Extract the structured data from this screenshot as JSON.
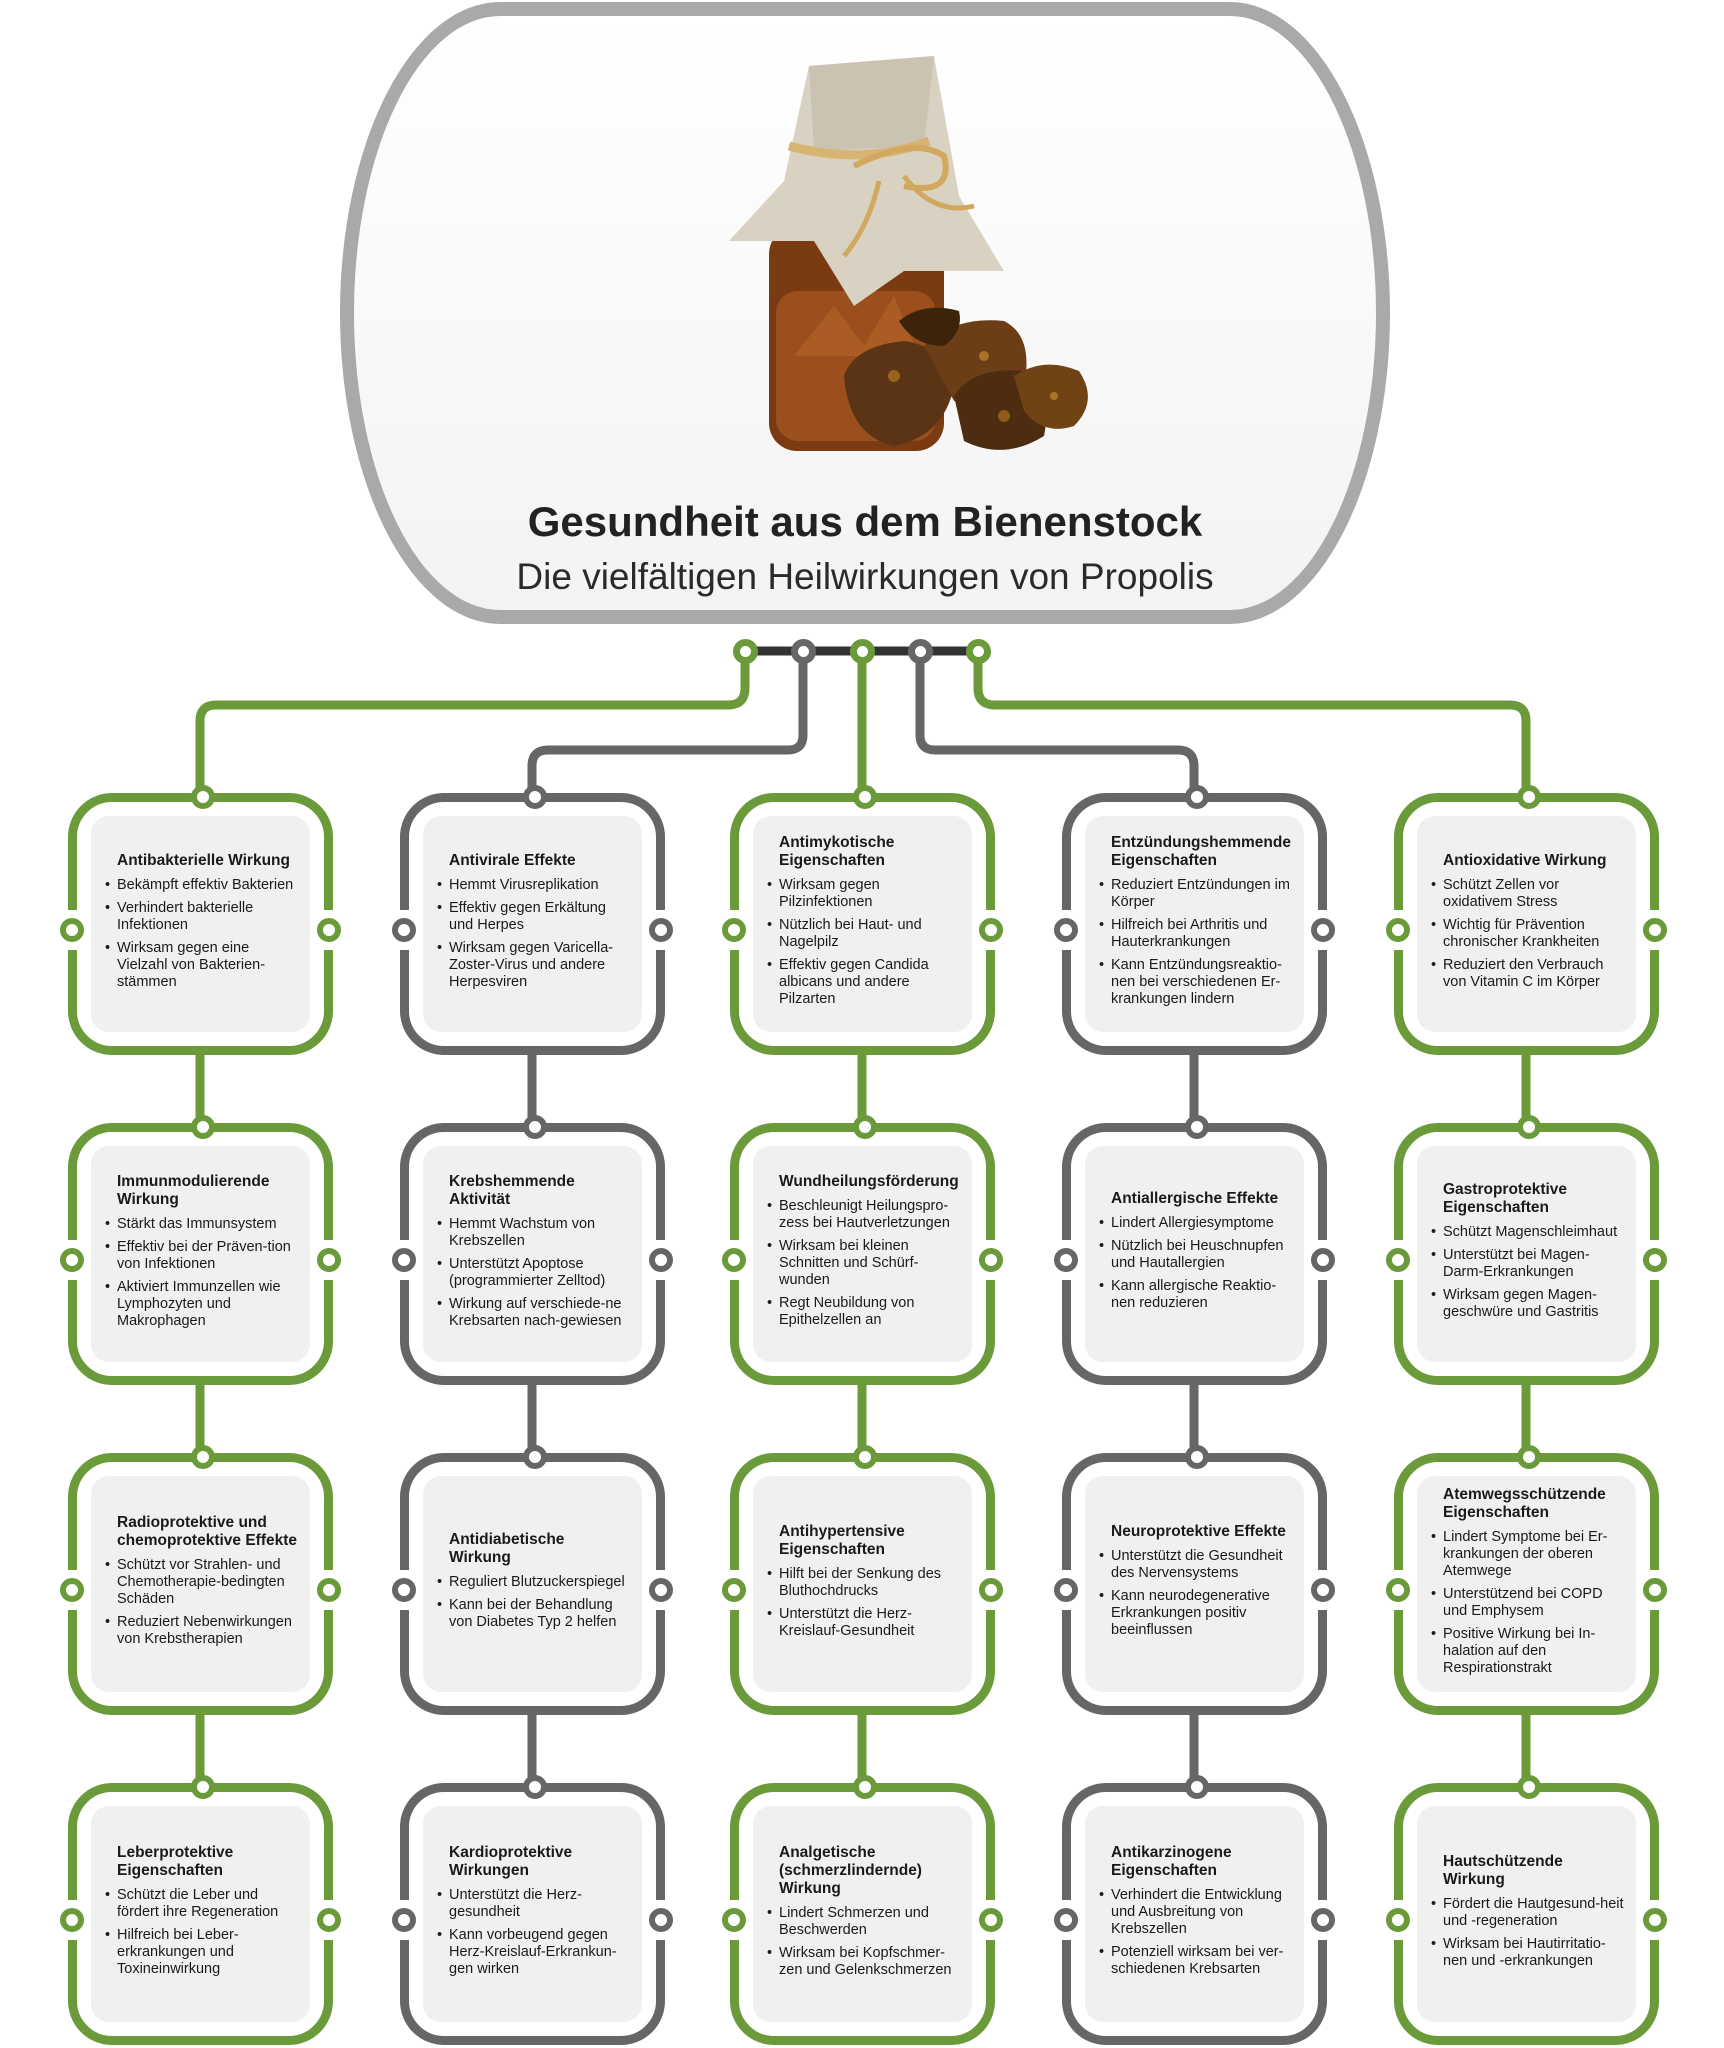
{
  "header": {
    "title": "Gesundheit aus dem Bienenstock",
    "subtitle": "Die vielfältigen Heilwirkungen von Propolis",
    "image_alt": "Braunglasflasche mit Leinentuch und Propolis-Stücken"
  },
  "colors": {
    "green": "#6a9a3a",
    "gray": "#666666",
    "capsule_border": "#a9a9a9",
    "hub_line": "#333333",
    "card_fill": "#f0f0f1"
  },
  "cards": [
    {
      "title": "Antibakterielle Wirkung",
      "items": [
        "Bekämpft effektiv Bakterien",
        "Verhindert bakterielle Infektionen",
        "Wirksam gegen eine Vielzahl von Bakterien-stämmen"
      ]
    },
    {
      "title": "Antivirale Effekte",
      "items": [
        "Hemmt Virusreplikation",
        "Effektiv gegen Erkältung und Herpes",
        "Wirksam gegen Varicella-Zoster-Virus und andere Herpesviren"
      ]
    },
    {
      "title": "Antimykotische Eigenschaften",
      "items": [
        "Wirksam gegen Pilzinfektionen",
        "Nützlich bei Haut- und Nagelpilz",
        "Effektiv gegen Candida albicans und andere Pilzarten"
      ]
    },
    {
      "title": "Entzündungshemmende Eigenschaften",
      "items": [
        "Reduziert Entzündungen im Körper",
        "Hilfreich bei Arthritis und Hauterkrankungen",
        "Kann Entzündungsreaktio-nen bei verschiedenen Er-krankungen lindern"
      ]
    },
    {
      "title": "Antioxidative Wirkung",
      "items": [
        "Schützt Zellen vor oxidativem Stress",
        "Wichtig für Prävention chronischer Krankheiten",
        "Reduziert den Verbrauch von Vitamin C im Körper"
      ]
    },
    {
      "title": "Immunmodulierende Wirkung",
      "items": [
        "Stärkt das Immunsystem",
        "Effektiv bei der Präven-tion von Infektionen",
        "Aktiviert Immunzellen wie Lymphozyten und Makrophagen"
      ]
    },
    {
      "title": "Krebshemmende Aktivität",
      "items": [
        "Hemmt Wachstum von Krebszellen",
        "Unterstützt Apoptose (programmierter Zelltod)",
        "Wirkung auf verschiede-ne Krebsarten nach-gewiesen"
      ]
    },
    {
      "title": "Wundheilungsförderung",
      "items": [
        "Beschleunigt Heilungspro-zess bei Hautverletzungen",
        "Wirksam bei kleinen Schnitten und Schürf-wunden",
        "Regt Neubildung von Epithelzellen an"
      ]
    },
    {
      "title": "Antiallergische Effekte",
      "items": [
        "Lindert Allergiesymptome",
        "Nützlich bei Heuschnupfen und Hautallergien",
        "Kann allergische Reaktio-nen reduzieren"
      ]
    },
    {
      "title": "Gastroprotektive Eigenschaften",
      "items": [
        "Schützt Magenschleimhaut",
        "Unterstützt bei Magen-Darm-Erkrankungen",
        "Wirksam gegen Magen-geschwüre und Gastritis"
      ]
    },
    {
      "title": "Radioprotektive und chemoprotektive Effekte",
      "items": [
        "Schützt vor Strahlen- und Chemotherapie-bedingten Schäden",
        "Reduziert Nebenwirkungen von Krebstherapien"
      ]
    },
    {
      "title": "Antidiabetische Wirkung",
      "items": [
        "Reguliert Blutzuckerspiegel",
        "Kann bei der Behandlung von Diabetes Typ 2 helfen"
      ]
    },
    {
      "title": "Antihypertensive Eigenschaften",
      "items": [
        "Hilft bei der Senkung des Bluthochdrucks",
        "Unterstützt die Herz-Kreislauf-Gesundheit"
      ]
    },
    {
      "title": "Neuroprotektive Effekte",
      "items": [
        "Unterstützt die Gesundheit des Nervensystems",
        "Kann neurodegenerative Erkrankungen positiv beeinflussen"
      ]
    },
    {
      "title": "Atemwegsschützende Eigenschaften",
      "items": [
        "Lindert Symptome bei Er-krankungen der oberen Atemwege",
        "Unterstützend bei COPD und Emphysem",
        "Positive Wirkung bei In-halation auf den Respirationstrakt"
      ]
    },
    {
      "title": "Leberprotektive Eigenschaften",
      "items": [
        "Schützt die Leber und fördert ihre Regeneration",
        "Hilfreich bei Leber-erkrankungen und Toxineinwirkung"
      ]
    },
    {
      "title": "Kardioprotektive Wirkungen",
      "items": [
        "Unterstützt die Herz-gesundheit",
        "Kann vorbeugend gegen Herz-Kreislauf-Erkrankun-gen wirken"
      ]
    },
    {
      "title": "Analgetische (schmerzlindernde) Wirkung",
      "items": [
        "Lindert Schmerzen und Beschwerden",
        "Wirksam bei Kopfschmer-zen und Gelenkschmerzen"
      ]
    },
    {
      "title": "Antikarzinogene Eigenschaften",
      "items": [
        "Verhindert die Entwicklung und Ausbreitung von Krebszellen",
        "Potenziell wirksam bei ver-schiedenen Krebsarten"
      ]
    },
    {
      "title": "Hautschützende Wirkung",
      "items": [
        "Fördert die Hautgesund-heit und -regeneration",
        "Wirksam bei Hautirritatio-nen und -erkrankungen"
      ]
    }
  ]
}
